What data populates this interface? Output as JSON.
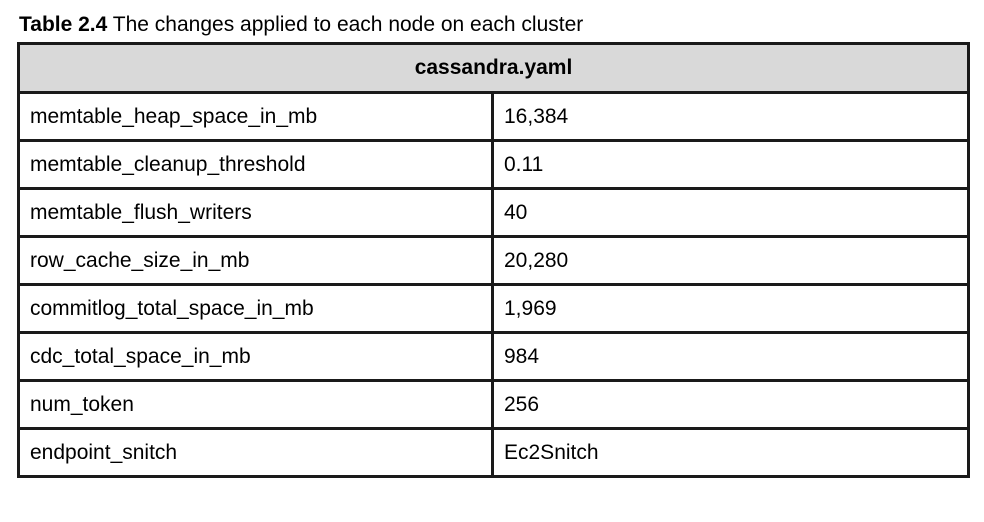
{
  "caption": {
    "label": "Table 2.4",
    "text": " The changes applied to each node on each cluster"
  },
  "table": {
    "header": "cassandra.yaml",
    "rows": [
      {
        "param": "memtable_heap_space_in_mb",
        "value": "16,384"
      },
      {
        "param": "memtable_cleanup_threshold",
        "value": "0.11"
      },
      {
        "param": "memtable_flush_writers",
        "value": "40"
      },
      {
        "param": "row_cache_size_in_mb",
        "value": "20,280"
      },
      {
        "param": "commitlog_total_space_in_mb",
        "value": "1,969"
      },
      {
        "param": "cdc_total_space_in_mb",
        "value": "984"
      },
      {
        "param": "num_token",
        "value": "256"
      },
      {
        "param": "endpoint_snitch",
        "value": "Ec2Snitch"
      }
    ]
  }
}
